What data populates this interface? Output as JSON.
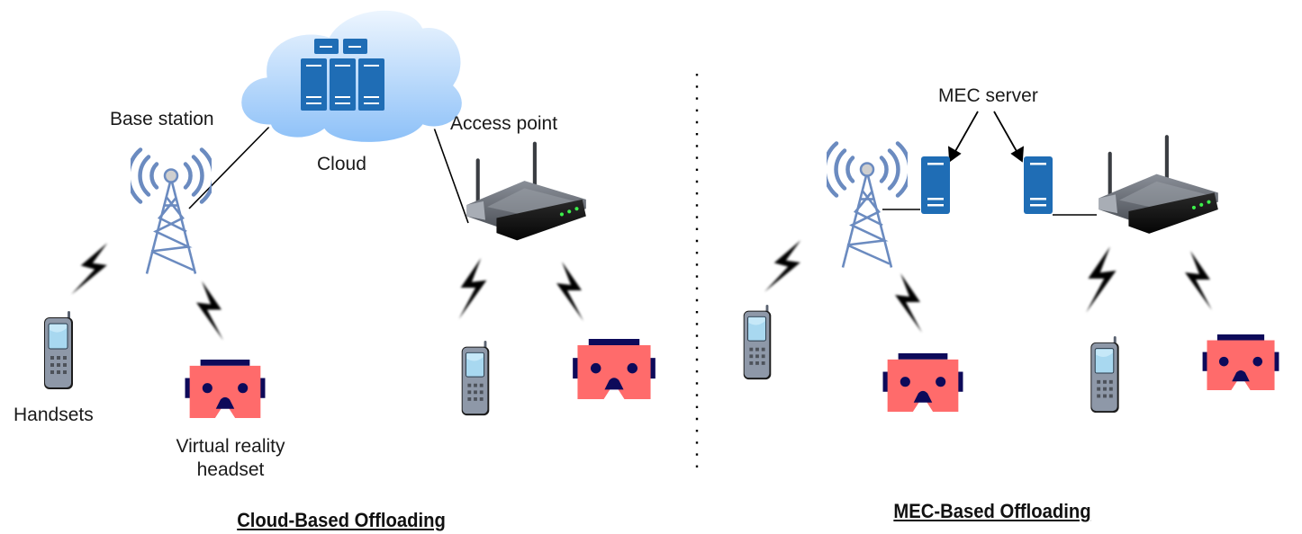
{
  "diagram": {
    "divider": "dotted-vertical-separator",
    "panels": [
      {
        "id": "cloud",
        "title": "Cloud-Based Offloading",
        "labels": {
          "cloud": "Cloud",
          "base_station": "Base station",
          "access_point": "Access point",
          "handsets": "Handsets",
          "vr_headset_line1": "Virtual reality",
          "vr_headset_line2": "headset"
        },
        "nodes": [
          "cloud-servers",
          "base-station-tower",
          "wifi-router",
          "handset",
          "vr-headset",
          "handset",
          "vr-headset"
        ],
        "links": [
          {
            "from": "base-station-tower",
            "to": "cloud",
            "type": "wired"
          },
          {
            "from": "wifi-router",
            "to": "cloud",
            "type": "wired"
          },
          {
            "from": "base-station-tower",
            "to": "handset",
            "type": "wireless"
          },
          {
            "from": "base-station-tower",
            "to": "vr-headset",
            "type": "wireless"
          },
          {
            "from": "wifi-router",
            "to": "handset",
            "type": "wireless"
          },
          {
            "from": "wifi-router",
            "to": "vr-headset",
            "type": "wireless"
          }
        ]
      },
      {
        "id": "mec",
        "title": "MEC-Based Offloading",
        "labels": {
          "mec_server": "MEC server"
        },
        "nodes": [
          "base-station-tower",
          "mec-server",
          "mec-server",
          "wifi-router",
          "handset",
          "vr-headset",
          "handset",
          "vr-headset"
        ],
        "links": [
          {
            "from": "base-station-tower",
            "to": "mec-server",
            "type": "wired"
          },
          {
            "from": "mec-server",
            "to": "wifi-router",
            "type": "wired"
          },
          {
            "from": "base-station-tower",
            "to": "handset",
            "type": "wireless"
          },
          {
            "from": "base-station-tower",
            "to": "vr-headset",
            "type": "wireless"
          },
          {
            "from": "wifi-router",
            "to": "handset",
            "type": "wireless"
          },
          {
            "from": "wifi-router",
            "to": "vr-headset",
            "type": "wireless"
          }
        ]
      }
    ],
    "colors": {
      "cloud_top": "#eaf4fe",
      "cloud_bottom": "#8cc0f8",
      "server_blue": "#1f6db5",
      "tower_blue": "#6b8bc0",
      "vr_body": "#ff6b6b",
      "vr_dark": "#0d0a5a",
      "phone_body": "#8e98a8",
      "phone_screen": "#a8d8f0",
      "lightning": "#000000"
    }
  }
}
